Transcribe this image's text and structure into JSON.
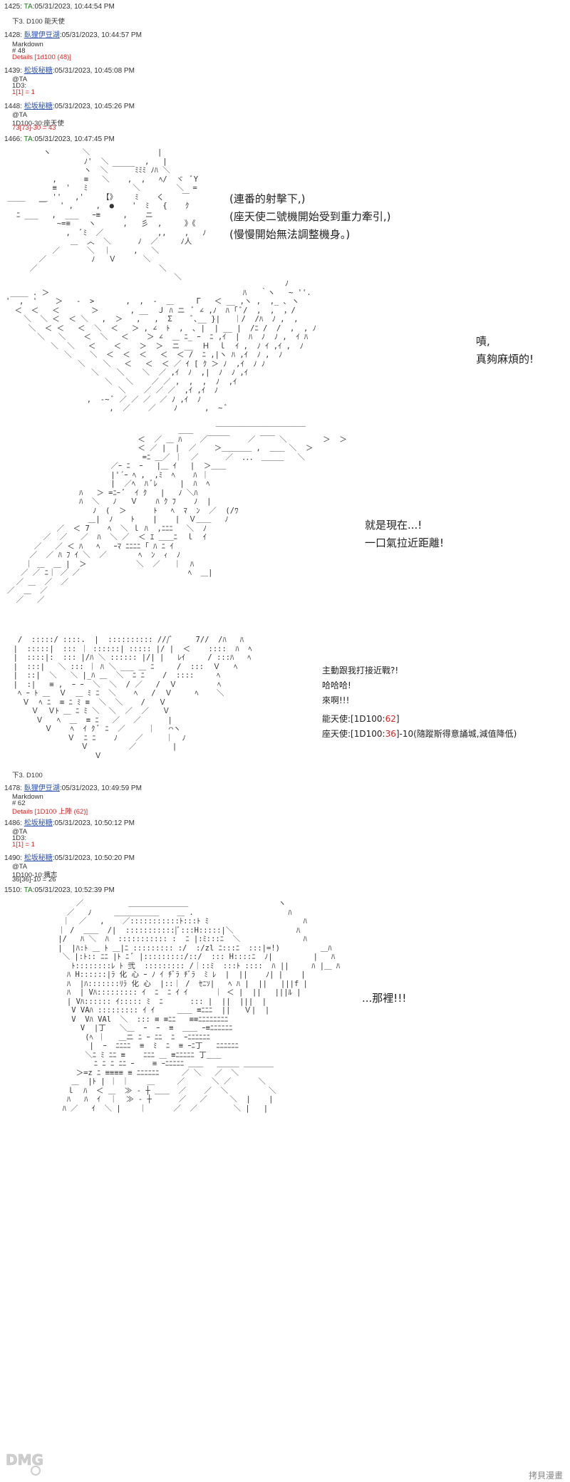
{
  "posts": [
    {
      "num": "1425",
      "user": "TA",
      "time": "05/31/2023, 10:44:54 PM"
    },
    {
      "num": "1428",
      "user": "臥狸伊豆湖",
      "time": "05/31/2023, 10:44:57 PM"
    },
    {
      "num": "1439",
      "user": "松坂秘糖",
      "time": "05/31/2023, 10:45:08 PM"
    },
    {
      "num": "1448",
      "user": "松坂秘糖",
      "time": "05/31/2023, 10:45:26 PM"
    },
    {
      "num": "1466",
      "user": "TA",
      "time": "05/31/2023, 10:47:45 PM"
    },
    {
      "num": "1478",
      "user": "臥狸伊豆湖",
      "time": "05/31/2023, 10:49:59 PM"
    },
    {
      "num": "1486",
      "user": "松坂秘糖",
      "time": "05/31/2023, 10:50:12 PM"
    },
    {
      "num": "1490",
      "user": "松坂秘糖",
      "time": "05/31/2023, 10:50:20 PM"
    },
    {
      "num": "1510",
      "user": "TA",
      "time": "05/31/2023, 10:52:39 PM"
    }
  ],
  "post1425_body": "下3. D100 能天使",
  "post1428": {
    "l1": "Markdown",
    "l2": "# 48",
    "l3": "Details [1d100 (48)]"
  },
  "post1439": {
    "l1": "@TA",
    "l2": "1D3:",
    "l3": "1[1] = 1"
  },
  "post1448": {
    "l1": "@TA",
    "l2": "1D100-30:座天使",
    "l3": "73[73]-30 = 43"
  },
  "scene1": {
    "d1": "(連番的射擊下,)",
    "d2": "(座天使二號機開始受到重力牽引,)",
    "d3": "(慢慢開始無法調整機身。)"
  },
  "scene2": {
    "d1": "嘖,",
    "d2": "真夠麻煩的!"
  },
  "scene3": {
    "d1": "就是現在...!",
    "d2": "一口氣拉近距離!"
  },
  "scene4": {
    "d1": "主動跟我打接近戰?!",
    "d2": "哈哈哈!",
    "d3": "來啊!!!",
    "r1_prefix": "能天使:[1D100:",
    "r1_val": "62",
    "r1_suffix": "]",
    "r2_prefix": "座天使:[1D100:",
    "r2_val": "36",
    "r2_suffix": "]-10(隨蹤斯得意誦城,減值降低)"
  },
  "post_mid_body": "下3. D100",
  "post1478": {
    "l1": "Markdown",
    "l2": "# 62",
    "l3": "Details [1D100 上陣 (62)]"
  },
  "post1486": {
    "l1": "@TA",
    "l2": "1D3:",
    "l3": "1[1] = 1"
  },
  "post1490": {
    "l1": "@TA",
    "l2": "1D100-10:擴志",
    "l3": "36[36]-10 = 26"
  },
  "scene5": {
    "d1": "...那裡!!!"
  },
  "watermark_left": "DMG",
  "watermark_right": "拷貝漫畫"
}
